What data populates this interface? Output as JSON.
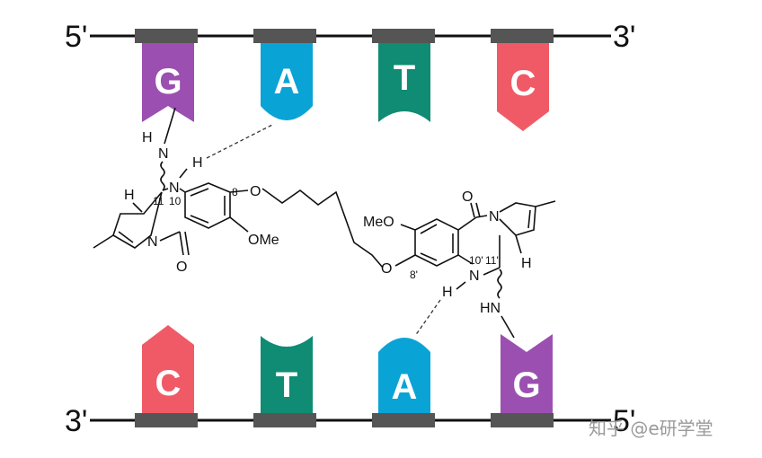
{
  "top_strand": {
    "left_label": "5'",
    "right_label": "3'",
    "bases": [
      {
        "letter": "G",
        "color": "#9b4fb0"
      },
      {
        "letter": "A",
        "color": "#0aa3d6"
      },
      {
        "letter": "T",
        "color": "#0f8c73"
      },
      {
        "letter": "C",
        "color": "#f05a66"
      }
    ]
  },
  "bottom_strand": {
    "left_label": "3'",
    "right_label": "5'",
    "bases": [
      {
        "letter": "C",
        "color": "#f05a66"
      },
      {
        "letter": "T",
        "color": "#0f8c73"
      },
      {
        "letter": "A",
        "color": "#0aa3d6"
      },
      {
        "letter": "G",
        "color": "#9b4fb0"
      }
    ]
  },
  "molecule": {
    "labels": {
      "H_top": "H",
      "N_top": "N",
      "H_top2": "H",
      "N10": "N",
      "H11": "H",
      "num_11": "11",
      "num_10": "10",
      "num_8": "8",
      "O_ether_left": "O",
      "OMe_left": "OMe",
      "N_left_ring": "N",
      "O_carbonyl_left": "O",
      "MeO_right": "MeO",
      "O_carbonyl_right": "O",
      "N_right_ring": "N",
      "num_10p": "10'",
      "num_11p": "11'",
      "H11p": "H",
      "num_8p": "8'",
      "O_ether_right": "O",
      "N10p": "N",
      "H_bottom": "H",
      "HN_bottom": "HN"
    }
  },
  "colors": {
    "backbone": "#111111",
    "connector": "#555555"
  },
  "watermark": "知乎 @e研学堂"
}
